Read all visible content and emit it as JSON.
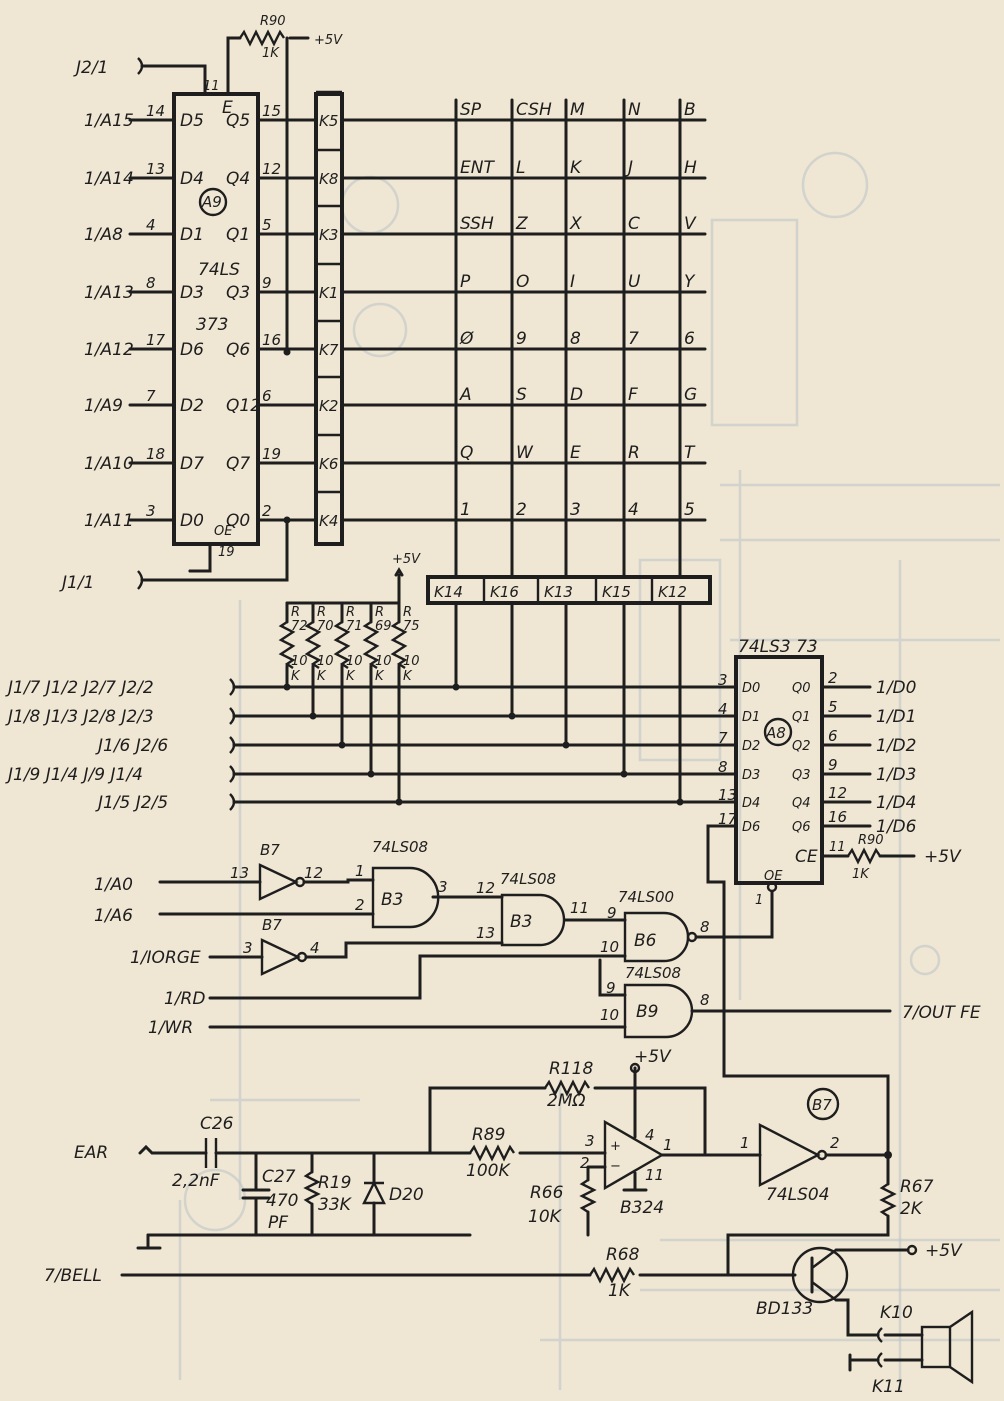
{
  "chips": {
    "a9": {
      "ref": "A9",
      "part_line1": "74LS",
      "part_line2": "373",
      "enable": "E",
      "oe": "OE",
      "oe_pin": "19",
      "enable_pin": "11"
    },
    "a8": {
      "ref": "A8",
      "part": "74LS3 73",
      "ce": "CE",
      "oe": "OE",
      "oe_pin": "1"
    }
  },
  "a9_inputs": [
    {
      "net": "1/A15",
      "pin": "14",
      "d": "D5",
      "q": "Q5",
      "qpin": "15"
    },
    {
      "net": "1/A14",
      "pin": "13",
      "d": "D4",
      "q": "Q4",
      "qpin": "12"
    },
    {
      "net": "1/A8",
      "pin": "4",
      "d": "D1",
      "q": "Q1",
      "qpin": "5"
    },
    {
      "net": "1/A13",
      "pin": "8",
      "d": "D3",
      "q": "Q3",
      "qpin": "9"
    },
    {
      "net": "1/A12",
      "pin": "17",
      "d": "D6",
      "q": "Q6",
      "qpin": "16"
    },
    {
      "net": "1/A9",
      "pin": "7",
      "d": "D2",
      "q": "Q12",
      "qpin": "6"
    },
    {
      "net": "1/A10",
      "pin": "18",
      "d": "D7",
      "q": "Q7",
      "qpin": "19"
    },
    {
      "net": "1/A11",
      "pin": "3",
      "d": "D0",
      "q": "Q0",
      "qpin": "2"
    }
  ],
  "row_connectors": [
    "K5",
    "K8",
    "K3",
    "K1",
    "K7",
    "K2",
    "K6",
    "K4"
  ],
  "keyboard": [
    [
      "SP",
      "CSH",
      "M",
      "N",
      "B"
    ],
    [
      "ENT",
      "L",
      "K",
      "J",
      "H"
    ],
    [
      "SSH",
      "Z",
      "X",
      "C",
      "V"
    ],
    [
      "P",
      "O",
      "I",
      "U",
      "Y"
    ],
    [
      "Ø",
      "9",
      "8",
      "7",
      "6"
    ],
    [
      "A",
      "S",
      "D",
      "F",
      "G"
    ],
    [
      "Q",
      "W",
      "E",
      "R",
      "T"
    ],
    [
      "1",
      "2",
      "3",
      "4",
      "5"
    ]
  ],
  "col_connectors": [
    "K14",
    "K16",
    "K13",
    "K15",
    "K12"
  ],
  "top": {
    "j2_1": "J2/1",
    "j1_1": "J1/1",
    "r90": "R90",
    "r90_val": "1K",
    "vcc": "+5V"
  },
  "pullups": {
    "vcc": "+5V",
    "items": [
      {
        "r": "R",
        "ref": "72",
        "val1": "10",
        "val2": "K"
      },
      {
        "r": "R",
        "ref": "70",
        "val1": "10",
        "val2": "K"
      },
      {
        "r": "R",
        "ref": "71",
        "val1": "10",
        "val2": "K"
      },
      {
        "r": "R",
        "ref": "69",
        "val1": "10",
        "val2": "K"
      },
      {
        "r": "R",
        "ref": "75",
        "val1": "10",
        "val2": "K"
      }
    ]
  },
  "joy_lines": [
    "J1/7 J1/2 J2/7 J2/2",
    "J1/8 J1/3 J2/8 J2/3",
    "J1/6 J2/6",
    "J1/9 J1/4 J/9 J1/4",
    "J1/5 J2/5"
  ],
  "a8_pins": [
    {
      "inpin": "3",
      "d": "D0",
      "q": "Q0",
      "qpin": "2",
      "out": "1/D0"
    },
    {
      "inpin": "4",
      "d": "D1",
      "q": "Q1",
      "qpin": "5",
      "out": "1/D1"
    },
    {
      "inpin": "7",
      "d": "D2",
      "q": "Q2",
      "qpin": "6",
      "out": "1/D2"
    },
    {
      "inpin": "8",
      "d": "D3",
      "q": "Q3",
      "qpin": "9",
      "out": "1/D3"
    },
    {
      "inpin": "13",
      "d": "D4",
      "q": "Q4",
      "qpin": "12",
      "out": "1/D4"
    },
    {
      "inpin": "17",
      "d": "D6",
      "q": "Q6",
      "qpin": "16",
      "out": "1/D6"
    }
  ],
  "a8_ce": {
    "pin": "11",
    "r": "R90",
    "val": "1K",
    "vcc": "+5V"
  },
  "logic": {
    "a0": "1/A0",
    "a6": "1/A6",
    "iorqe": "1/IORGE",
    "rd": "1/RD",
    "wr": "1/WR",
    "outfe": "7/OUT FE",
    "inv1": {
      "ref": "B7",
      "in": "13",
      "out": "12"
    },
    "inv2": {
      "ref": "B7",
      "in": "3",
      "out": "4"
    },
    "and1": {
      "ref": "B3",
      "part": "74LS08",
      "in1": "1",
      "in2": "2",
      "out": "3"
    },
    "and2": {
      "ref": "B3",
      "part": "74LS08",
      "in1": "12",
      "in2": "13",
      "out": "11"
    },
    "nand": {
      "ref": "B6",
      "part": "74LS00",
      "in1": "9",
      "in2": "10",
      "out": "8"
    },
    "and3": {
      "ref": "B9",
      "part": "74LS08",
      "in1": "9",
      "in2": "10",
      "out": "8"
    }
  },
  "audio": {
    "ear": "EAR",
    "bell": "7/BELL",
    "c26": "C26",
    "c26_val": "2,2nF",
    "c27": "C27",
    "c27_val1": "470",
    "c27_val2": "PF",
    "r19": "R19",
    "r19_val": "33K",
    "d20": "D20",
    "r118": "R118",
    "r118_val": "2MΩ",
    "r89": "R89",
    "r89_val": "100K",
    "r66": "R66",
    "r66_val": "10K",
    "opamp": "B324",
    "op_p3": "3",
    "op_p2": "2",
    "op_p4": "4",
    "op_p11": "11",
    "op_p1": "1",
    "vcc": "+5V",
    "inv": "74LS04",
    "inv_ref": "B7",
    "inv_in": "1",
    "inv_out": "2",
    "r67": "R67",
    "r67_val": "2K",
    "r68": "R68",
    "r68_val": "1K",
    "transistor": "BD133",
    "vcc2": "+5V",
    "k10": "K10",
    "k11": "K11"
  }
}
